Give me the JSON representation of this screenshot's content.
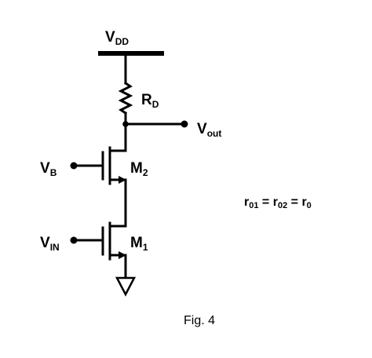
{
  "labels": {
    "vdd": {
      "main": "V",
      "sub": "DD"
    },
    "rd": {
      "main": "R",
      "sub": "D"
    },
    "vout": {
      "main": "V",
      "sub": "out"
    },
    "vb": {
      "main": "V",
      "sub": "B"
    },
    "m2": {
      "main": "M",
      "sub": "2"
    },
    "vin": {
      "main": "V",
      "sub": "IN"
    },
    "m1": {
      "main": "M",
      "sub": "1"
    }
  },
  "equation": {
    "r1": "r",
    "r1_sub": "01",
    "eq1": " = ",
    "r2": "r",
    "r2_sub": "02",
    "eq2": " = ",
    "r3": "r",
    "r3_sub": "0"
  },
  "caption": "Fig. 4"
}
